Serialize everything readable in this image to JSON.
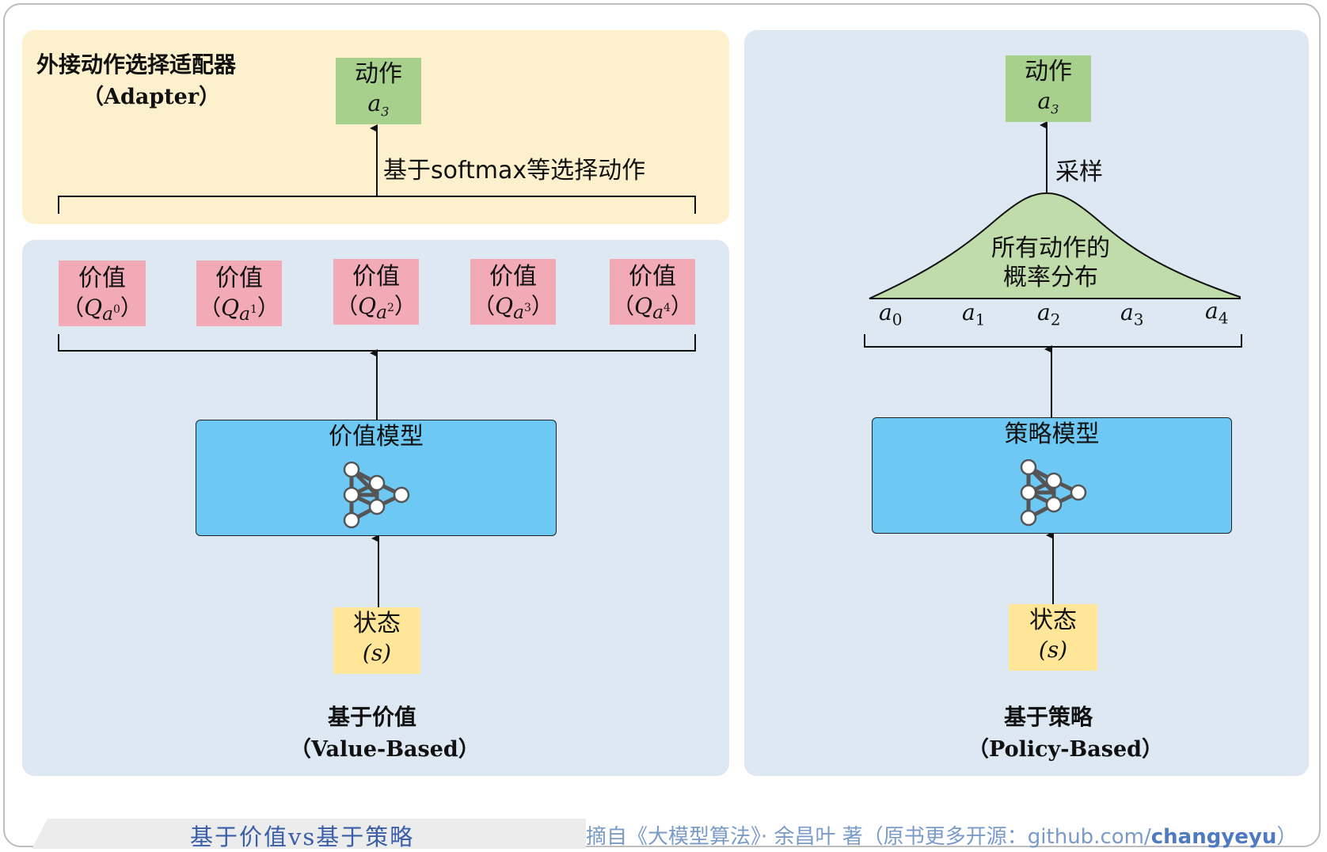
{
  "adapter": {
    "title": "外接动作选择适配器",
    "subtitle": "（Adapter）",
    "select_label": "基于softmax等选择动作"
  },
  "value_side": {
    "action_box": {
      "label": "动作",
      "symbol": "a",
      "sub": "3"
    },
    "q_boxes": [
      {
        "label": "价值",
        "open": "（",
        "q": "Q",
        "a": "a",
        "sub": "0",
        "close": "）"
      },
      {
        "label": "价值",
        "open": "（",
        "q": "Q",
        "a": "a",
        "sub": "1",
        "close": "）"
      },
      {
        "label": "价值",
        "open": "（",
        "q": "Q",
        "a": "a",
        "sub": "2",
        "close": "）"
      },
      {
        "label": "价值",
        "open": "（",
        "q": "Q",
        "a": "a",
        "sub": "3",
        "close": "）"
      },
      {
        "label": "价值",
        "open": "（",
        "q": "Q",
        "a": "a",
        "sub": "4",
        "close": "）"
      }
    ],
    "model_label": "价值模型",
    "state": {
      "label": "状态",
      "symbol": "(s)"
    },
    "title": "基于价值",
    "subtitle": "（Value-Based）"
  },
  "policy_side": {
    "action_box": {
      "label": "动作",
      "symbol": "a",
      "sub": "3"
    },
    "sample_label": "采样",
    "dist_line1": "所有动作的",
    "dist_line2": "概率分布",
    "actions": [
      {
        "symbol": "a",
        "sub": "0"
      },
      {
        "symbol": "a",
        "sub": "1"
      },
      {
        "symbol": "a",
        "sub": "2"
      },
      {
        "symbol": "a",
        "sub": "3"
      },
      {
        "symbol": "a",
        "sub": "4"
      }
    ],
    "model_label": "策略模型",
    "state": {
      "label": "状态",
      "symbol": "(s)"
    },
    "title": "基于策略",
    "subtitle": "（Policy-Based）"
  },
  "footer": {
    "caption": "基于价值vs基于策略",
    "source_prefix": "摘自《大模型算法》· 余昌叶 著（原书更多开源：github.com/",
    "source_handle": "changyeyu",
    "source_suffix": "）"
  },
  "colors": {
    "action": "#a8d08d",
    "q_value": "#f1aab6",
    "state": "#ffe699",
    "model": "#6ec8f4",
    "distribution": "#bfdcaa"
  }
}
